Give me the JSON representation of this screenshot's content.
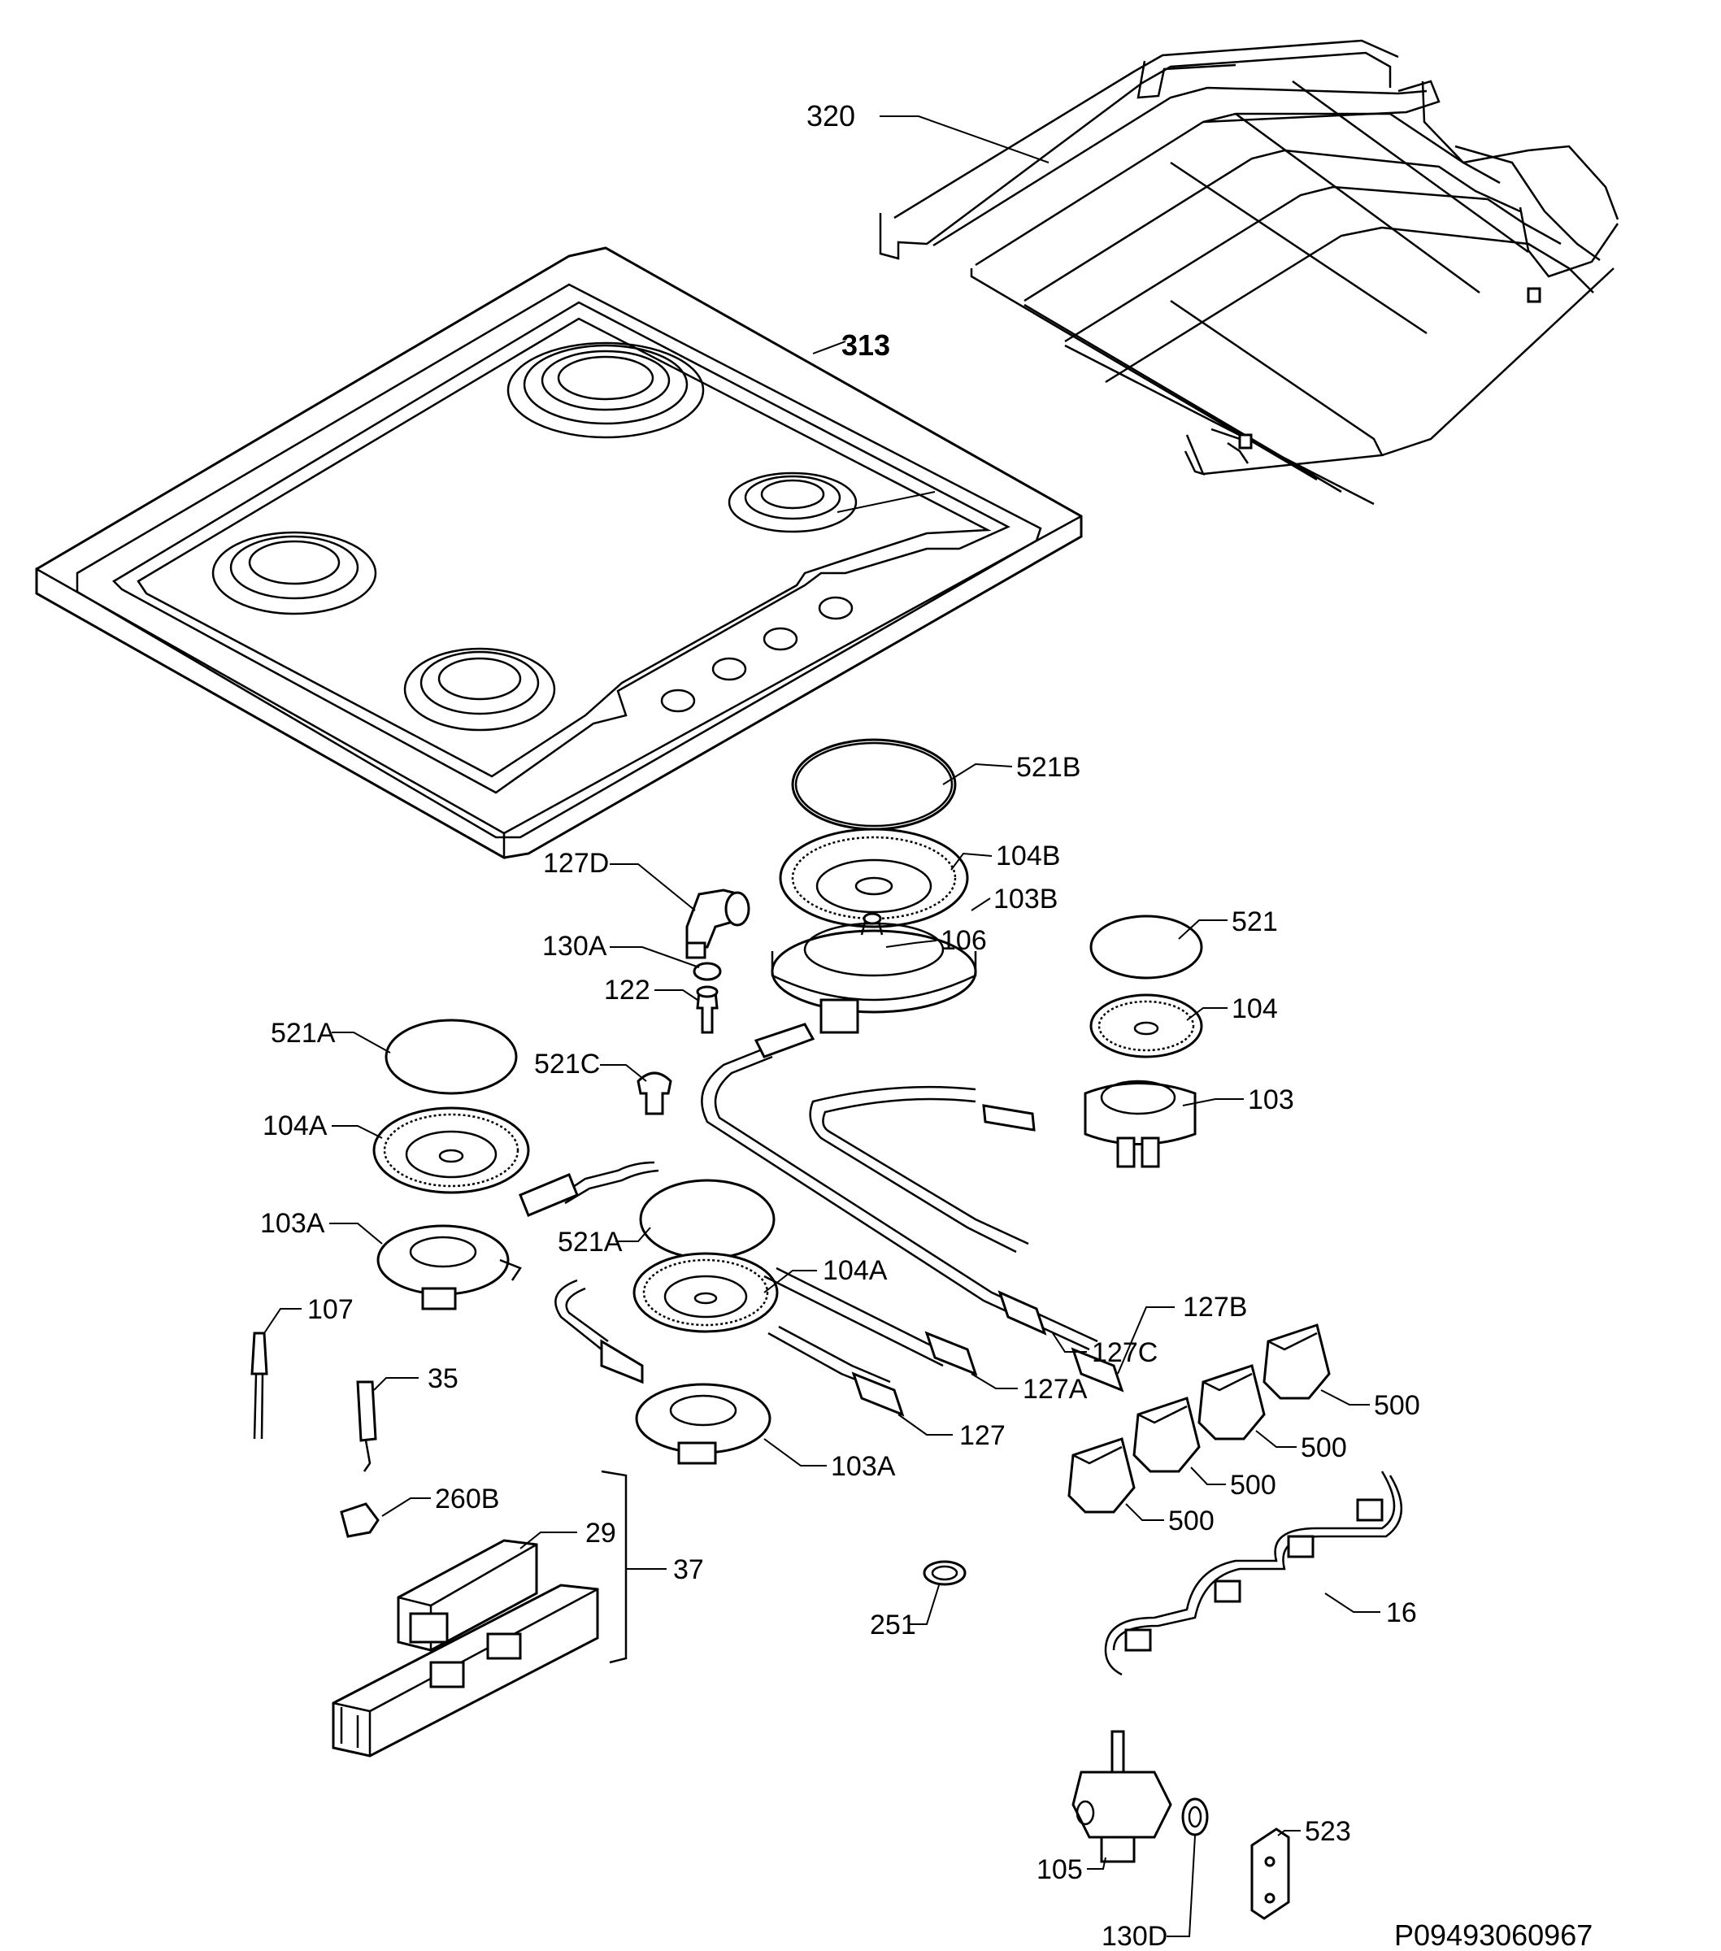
{
  "diagram": {
    "code": "P09493060967",
    "labels": {
      "l320": "320",
      "l313": "313",
      "l521B": "521B",
      "l104B": "104B",
      "l103B": "103B",
      "l106": "106",
      "l127D": "127D",
      "l130A": "130A",
      "l122": "122",
      "l521": "521",
      "l104": "104",
      "l103": "103",
      "l521A_1": "521A",
      "l521C": "521C",
      "l104A_1": "104A",
      "l103A_1": "103A",
      "l521A_2": "521A",
      "l104A_2": "104A",
      "l127B": "127B",
      "l127C": "127C",
      "l127A": "127A",
      "l127": "127",
      "l103A_2": "103A",
      "l107": "107",
      "l35": "35",
      "l260B": "260B",
      "l29": "29",
      "l37": "37",
      "l251": "251",
      "l500_1": "500",
      "l500_2": "500",
      "l500_3": "500",
      "l500_4": "500",
      "l16": "16",
      "l105": "105",
      "l130D": "130D",
      "l523": "523"
    }
  }
}
